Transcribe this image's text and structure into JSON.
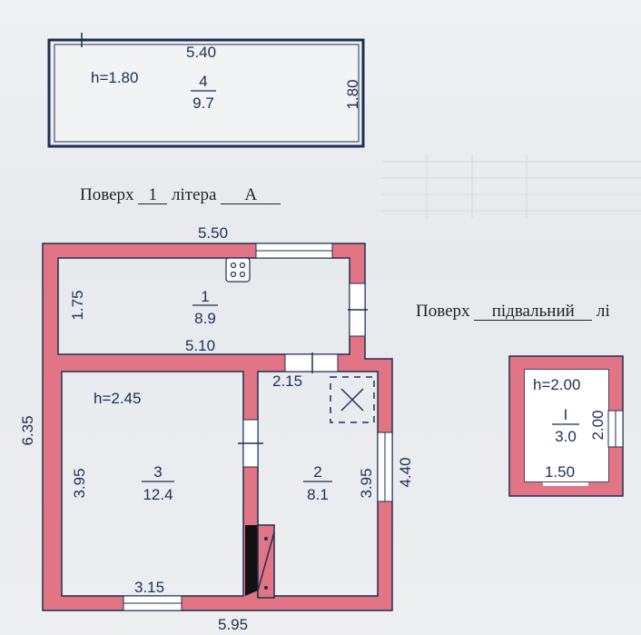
{
  "attic": {
    "width_label": "5.40",
    "depth_label": "1.80",
    "height_label": "h=1.80",
    "room_number": "4",
    "room_area": "9.7"
  },
  "floor_caption": {
    "prefix": "Поверх",
    "floor": "1",
    "middle": "літера",
    "letter": "А"
  },
  "basement_caption": {
    "prefix": "Поверх",
    "floor": "підвальний",
    "suffix": "лі"
  },
  "main_plan": {
    "top_width": "5.50",
    "room1_depth": "1.75",
    "room1_width": "5.10",
    "total_depth": "6.35",
    "height_label": "h=2.45",
    "room3_depth": "3.95",
    "room3_width": "3.15",
    "room2_width": "2.15",
    "room2_depth": "3.95",
    "right_depth": "4.40",
    "bottom_width": "5.95",
    "rooms": [
      {
        "number": "1",
        "area": "8.9"
      },
      {
        "number": "2",
        "area": "8.1"
      },
      {
        "number": "3",
        "area": "12.4"
      }
    ]
  },
  "basement": {
    "height_label": "h=2.00",
    "room_number": "I",
    "room_area": "3.0",
    "depth_label": "2.00",
    "width_label": "1.50"
  },
  "colors": {
    "wall": "#e27584",
    "outline": "#1f2e55",
    "ink": "#1f2e55"
  }
}
